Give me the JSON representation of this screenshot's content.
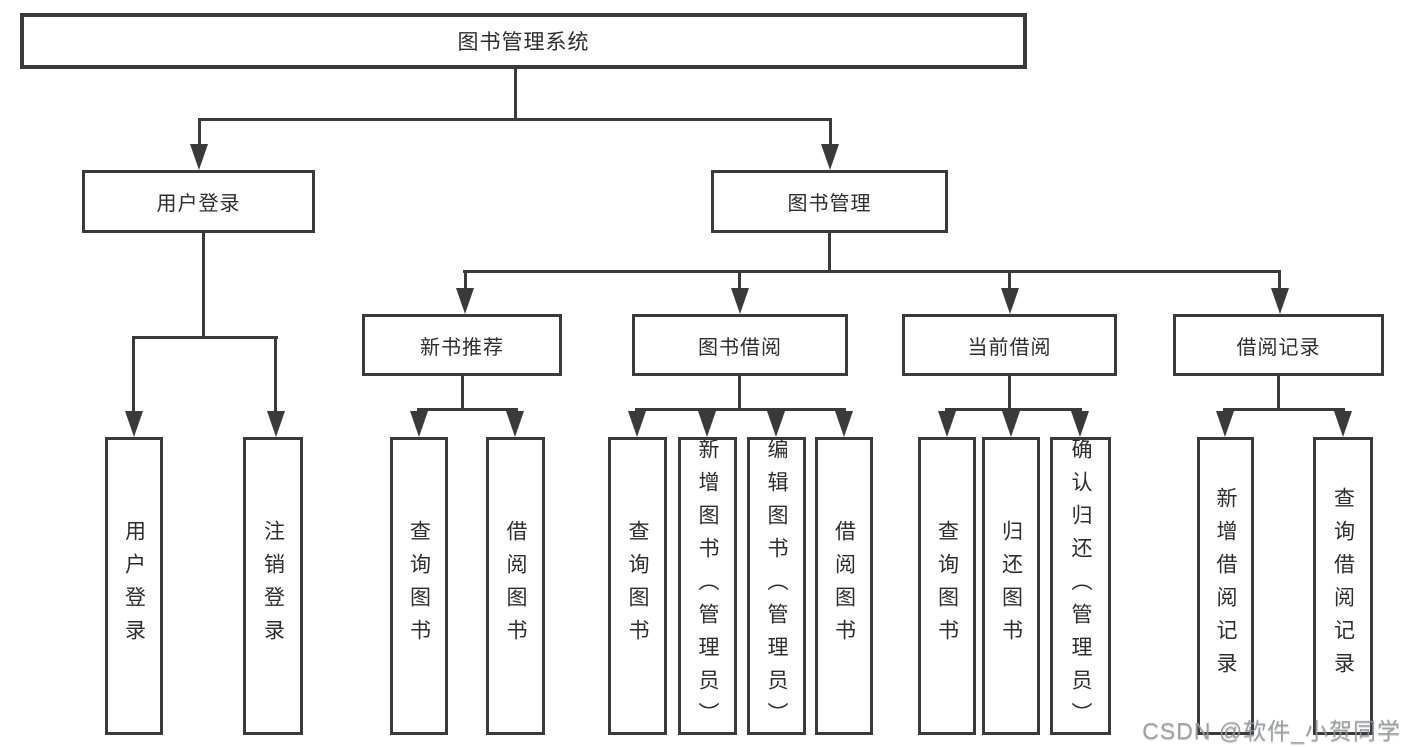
{
  "colors": {
    "line": "#3a3a3a",
    "text": "#2d2d2d",
    "background": "#ffffff",
    "watermark": "#949699"
  },
  "tree": {
    "root": {
      "label": "图书管理系统"
    },
    "branches": [
      {
        "label": "用户登录",
        "children": [
          {
            "label": "用户登录"
          },
          {
            "label": "注销登录"
          }
        ]
      },
      {
        "label": "图书管理",
        "children": [
          {
            "label": "新书推荐",
            "children": [
              {
                "label": "查询图书"
              },
              {
                "label": "借阅图书"
              }
            ]
          },
          {
            "label": "图书借阅",
            "children": [
              {
                "label": "查询图书"
              },
              {
                "label": "新增图书（管理员）"
              },
              {
                "label": "编辑图书（管理员）"
              },
              {
                "label": "借阅图书"
              }
            ]
          },
          {
            "label": "当前借阅",
            "children": [
              {
                "label": "查询图书"
              },
              {
                "label": "归还图书"
              },
              {
                "label": "确认归还（管理员）"
              }
            ]
          },
          {
            "label": "借阅记录",
            "children": [
              {
                "label": "新增借阅记录"
              },
              {
                "label": "查询借阅记录"
              }
            ]
          }
        ]
      }
    ]
  },
  "watermark": {
    "text": "CSDN @软件_小贺同学"
  }
}
